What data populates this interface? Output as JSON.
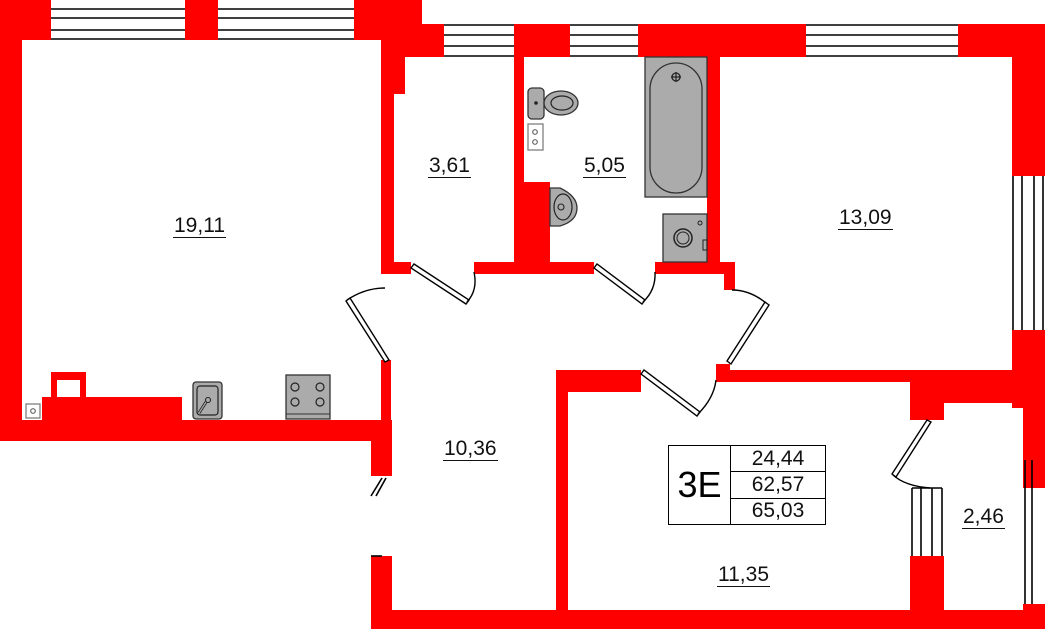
{
  "plan": {
    "apartment_code": "3E",
    "areas": {
      "living_area": "24,44",
      "total_area": "62,57",
      "total_area_with_balcony": "65,03"
    },
    "rooms": [
      {
        "id": "kitchen_living",
        "area": "19,11"
      },
      {
        "id": "storage",
        "area": "3,61"
      },
      {
        "id": "bathroom",
        "area": "5,05"
      },
      {
        "id": "bedroom_right",
        "area": "13,09"
      },
      {
        "id": "hallway",
        "area": "10,36"
      },
      {
        "id": "bedroom_bottom",
        "area": "11,35"
      },
      {
        "id": "balcony",
        "area": "2,46"
      }
    ],
    "colors": {
      "wall": "#ff0000",
      "fixture": "#ababab",
      "line": "#000000"
    }
  }
}
